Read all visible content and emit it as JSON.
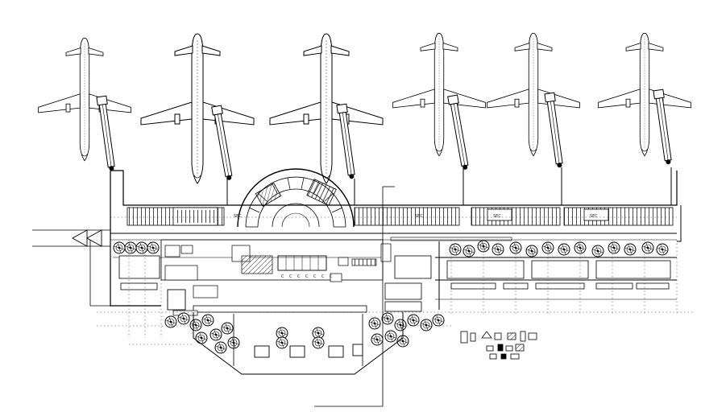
{
  "drawing": {
    "background_color": "#ffffff",
    "line_color": "#000000",
    "aircraft_count": 6,
    "jet_bridge_count": 6,
    "gate_labels": [
      "SEC",
      "SEC",
      "SEC",
      "SEC"
    ],
    "sub_labels": [
      "C",
      "C",
      "C",
      "C",
      "C",
      "C",
      "C"
    ]
  }
}
